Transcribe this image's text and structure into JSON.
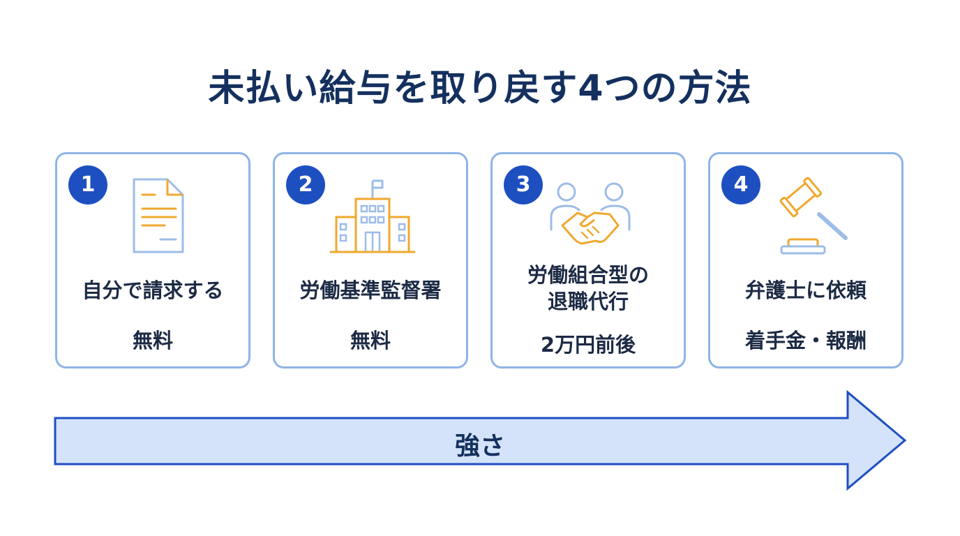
{
  "title": "未払い給与を取り戻す4つの方法",
  "cards": [
    {
      "number": "1",
      "name": "自分で請求する",
      "cost": "無料",
      "icon": "document-icon"
    },
    {
      "number": "2",
      "name": "労働基準監督署",
      "cost": "無料",
      "icon": "building-icon"
    },
    {
      "number": "3",
      "name_line1": "労働組合型の",
      "name_line2": "退職代行",
      "cost": "2万円前後",
      "icon": "handshake-icon"
    },
    {
      "number": "4",
      "name": "弁護士に依頼",
      "cost": "着手金・報酬",
      "icon": "gavel-icon"
    }
  ],
  "arrow": {
    "label": "強さ"
  },
  "colors": {
    "title": "#14305e",
    "badge": "#1e4fc1",
    "card_border": "#8eb4e6",
    "icon_orange": "#f0a82e",
    "icon_blue": "#9dbce8",
    "arrow_fill": "#d4e3fa",
    "arrow_stroke": "#1e4fc1"
  }
}
